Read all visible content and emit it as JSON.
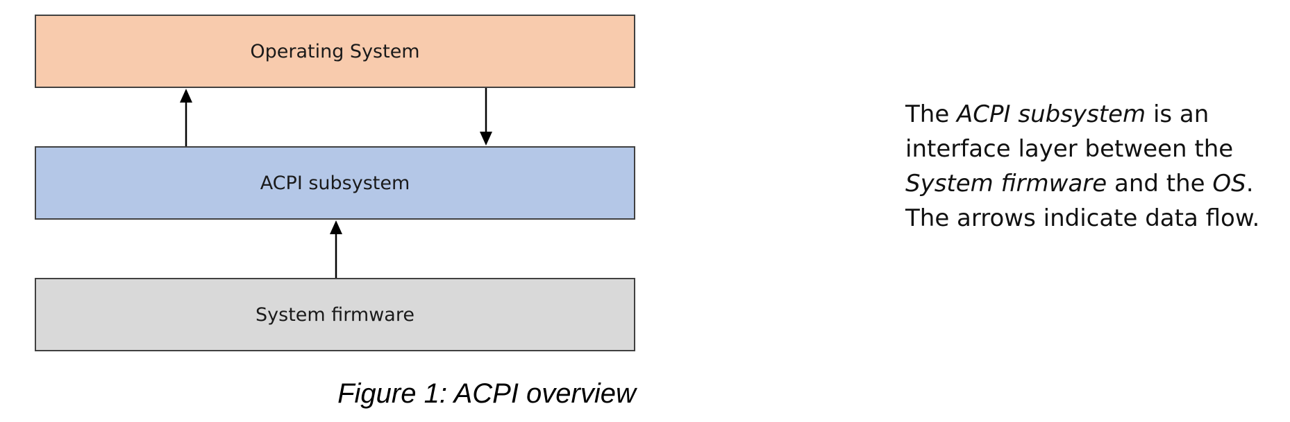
{
  "colors": {
    "os_fill": "#f8cbad",
    "acpi_fill": "#b4c7e7",
    "firmware_fill": "#d9d9d9",
    "arrow": "#000000"
  },
  "layers": {
    "os_label": "Operating System",
    "acpi_label": "ACPI subsystem",
    "firmware_label": "System firmware"
  },
  "arrows": [
    {
      "from": "acpi_label",
      "to": "os_label"
    },
    {
      "from": "os_label",
      "to": "acpi_label"
    },
    {
      "from": "firmware_label",
      "to": "acpi_label"
    }
  ],
  "note": {
    "line1": [
      "The ",
      "ACPI subsystem",
      " is an"
    ],
    "line2": "interface layer between the",
    "line3": [
      "System firmware",
      " and the ",
      "OS",
      "."
    ],
    "line4": "The arrows indicate data flow."
  },
  "caption": "Figure 1: ACPI overview"
}
